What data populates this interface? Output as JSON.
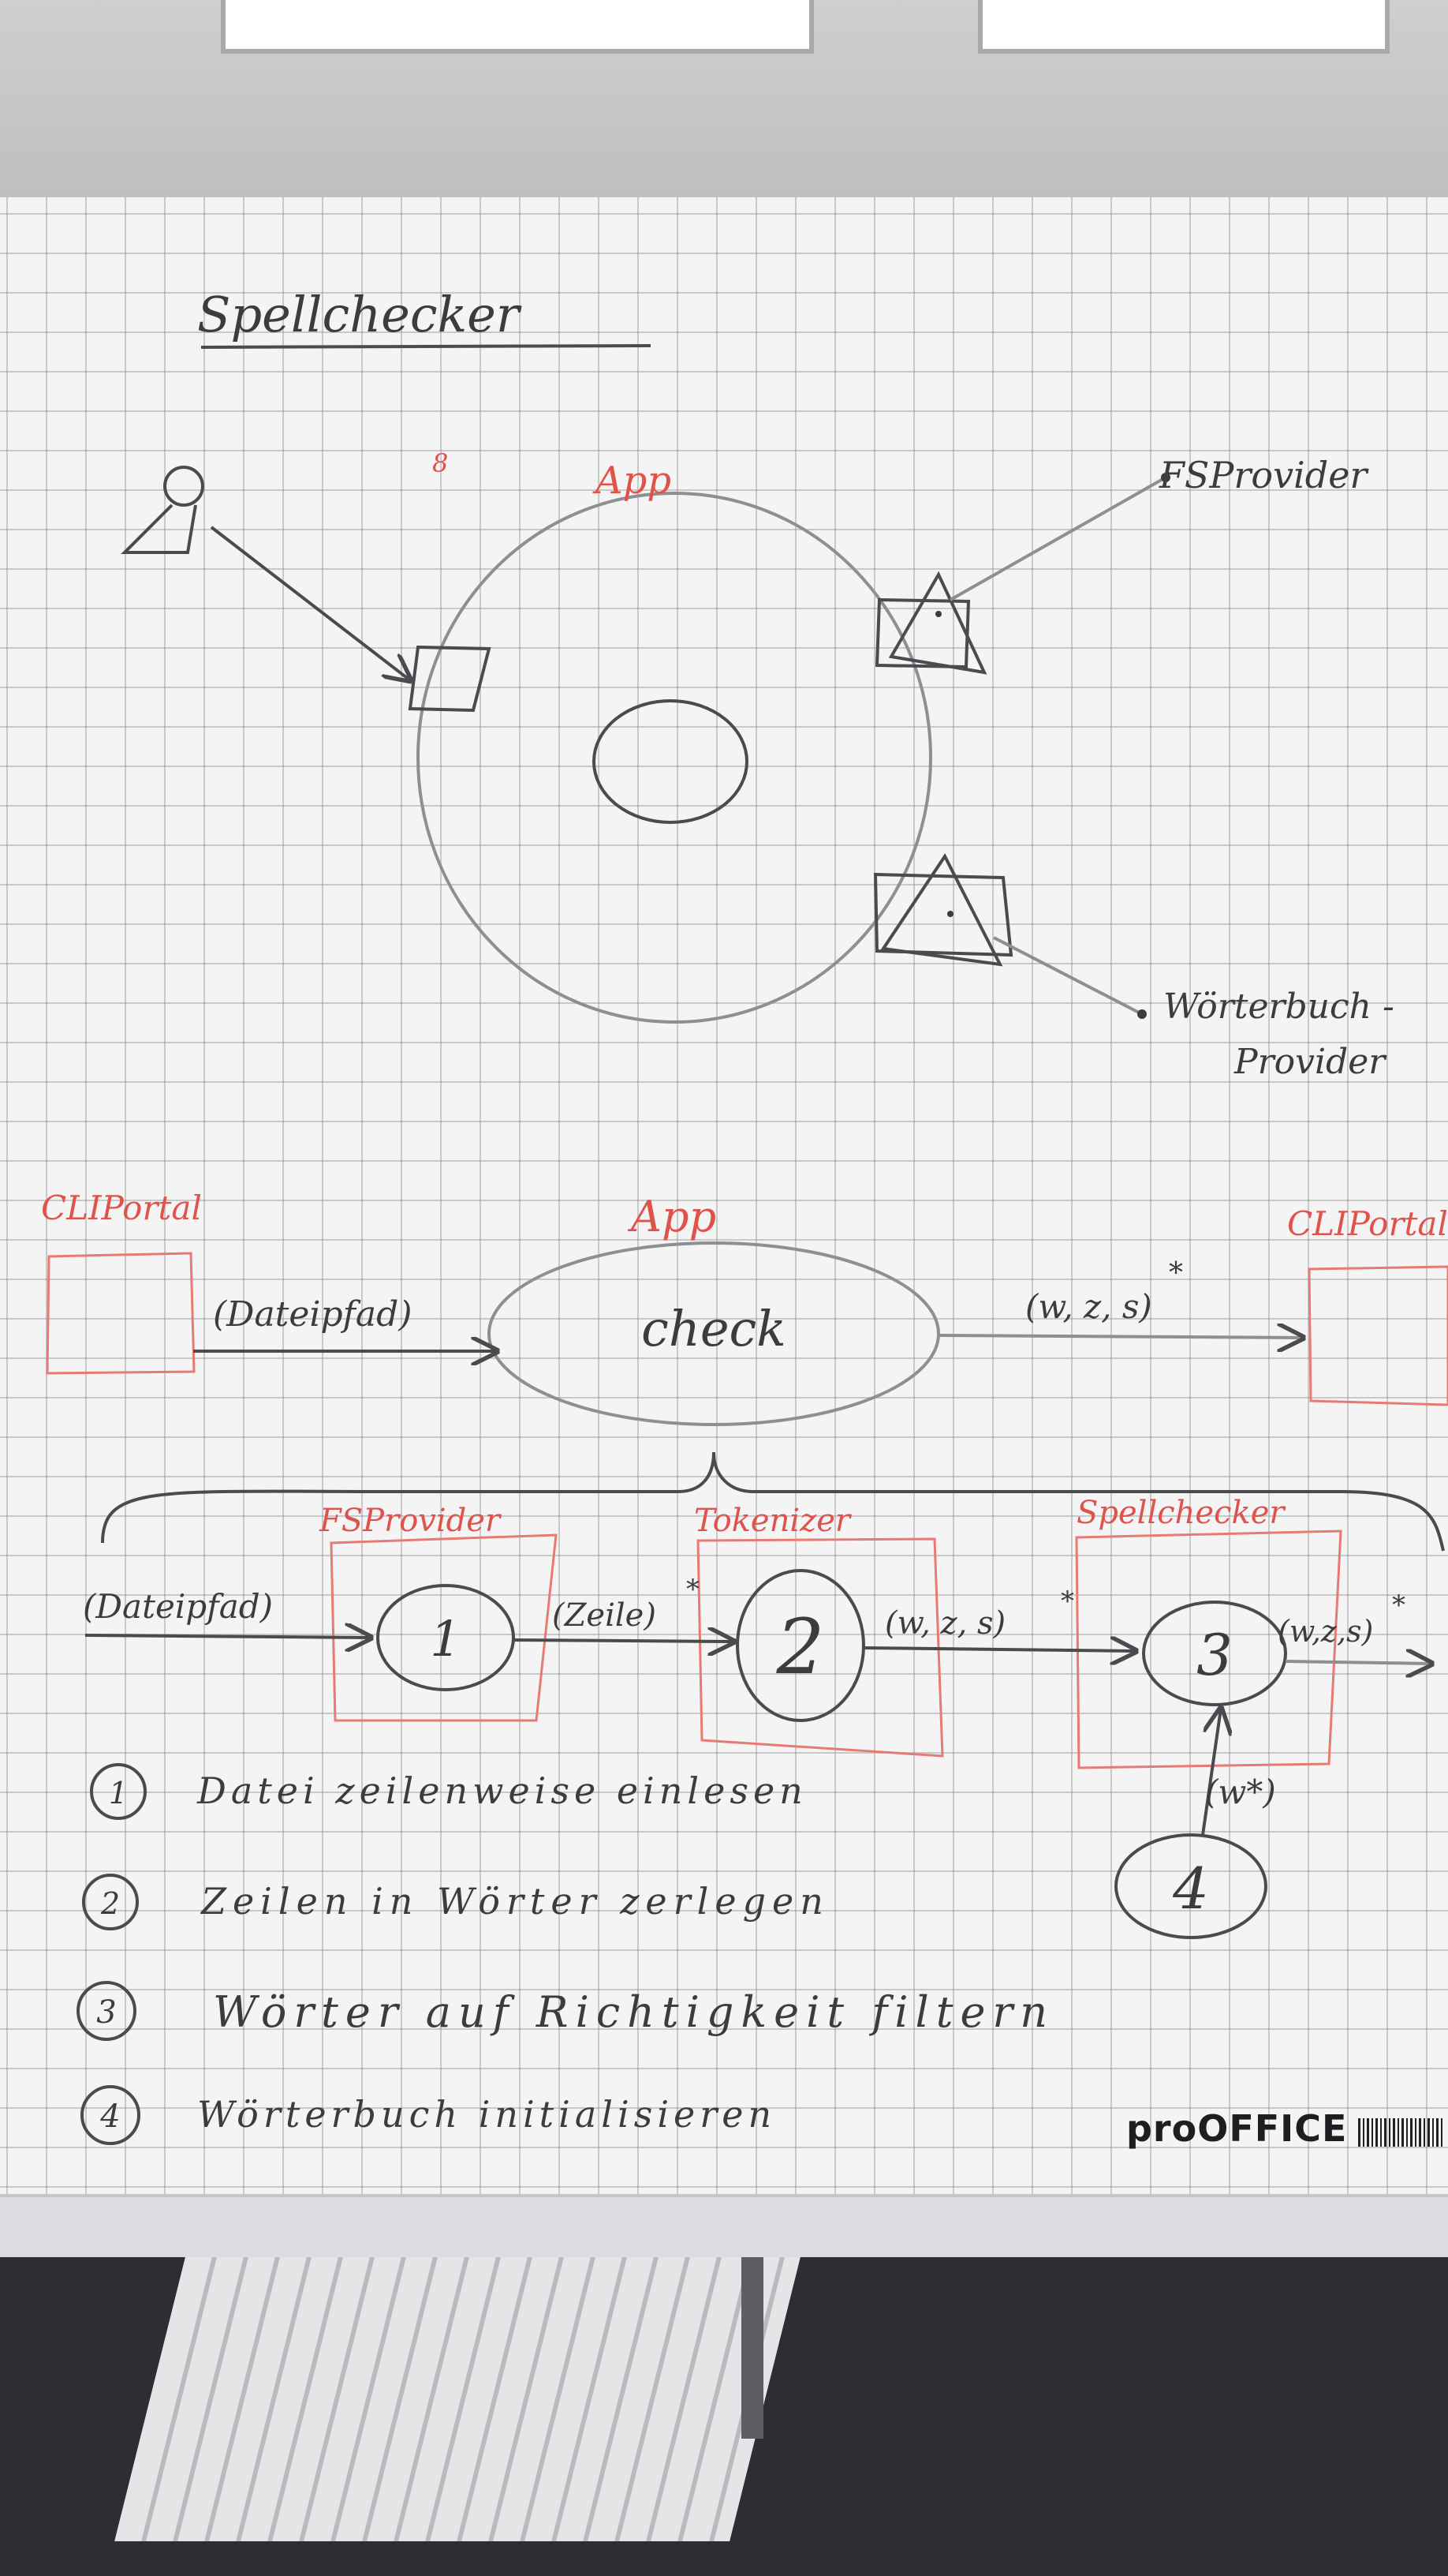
{
  "title": "Spellchecker",
  "hexagon": {
    "app_label": "App",
    "mark": "8",
    "fs_provider": "FSProvider",
    "dict_provider_line1": "Wörterbuch -",
    "dict_provider_line2": "Provider"
  },
  "flow": {
    "app_label": "App",
    "left_port": "CLIPortal",
    "right_port": "CLIPortal",
    "input_label": "(Dateipfad)",
    "process_label": "check",
    "output_label": "(w, z, s)",
    "output_mult": "*"
  },
  "pipeline": {
    "input_label": "(Dateipfad)",
    "box1_label": "FSProvider",
    "box2_label": "Tokenizer",
    "box3_label": "Spellchecker",
    "step1": "1",
    "step2": "2",
    "step3": "3",
    "step4": "4",
    "edge12_label": "(Zeile)",
    "edge23_label": "(w, z, s)",
    "edge3out_label": "(w,z,s)",
    "mult": "*",
    "edge43_label": "(w*)"
  },
  "legend": [
    {
      "num": "1",
      "text": "Datei zeilenweise einlesen"
    },
    {
      "num": "2",
      "text": "Zeilen in Wörter zerlegen"
    },
    {
      "num": "3",
      "text": "Wörter auf Richtigkeit filtern"
    },
    {
      "num": "4",
      "text": "Wörterbuch initialisieren"
    }
  ],
  "brand": "proOFFICE",
  "colors": {
    "ink": "#3c3c40",
    "red_marker": "#e0534c",
    "pencil": "#8e8e93"
  }
}
